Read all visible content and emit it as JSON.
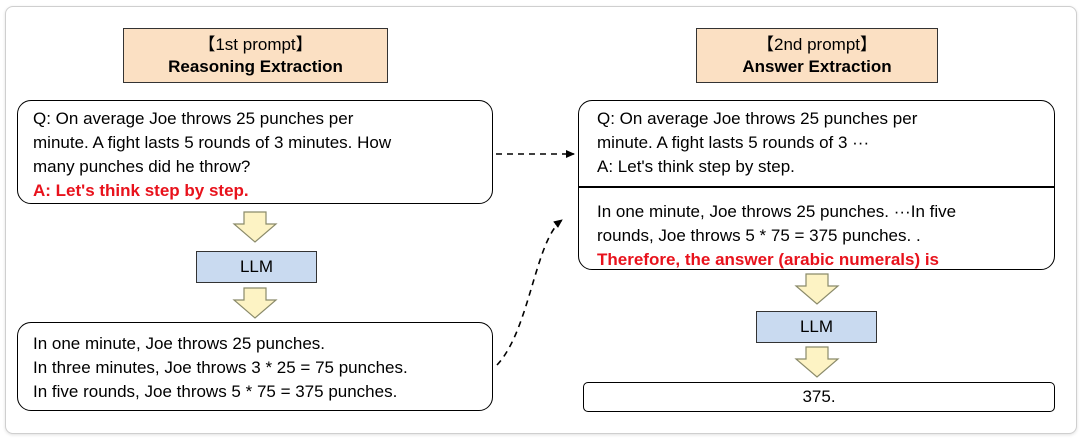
{
  "first_prompt": {
    "tag": "【1st prompt】",
    "title": "Reasoning Extraction",
    "question_lines": [
      "Q: On average Joe throws 25 punches per",
      "minute.  A fight lasts 5 rounds of 3 minutes.  How",
      "many punches did he throw?"
    ],
    "trigger": "A: Let's think step by step.",
    "llm_label": "LLM",
    "output_lines": [
      "In one minute, Joe throws 25 punches.",
      "In three minutes, Joe throws 3 * 25 = 75 punches.",
      "In five rounds, Joe throws 5 * 75 = 375 punches."
    ]
  },
  "second_prompt": {
    "tag": "【2nd prompt】",
    "title": "Answer Extraction",
    "question_lines": [
      "Q: On average Joe throws 25 punches per",
      "minute.  A fight lasts 5 rounds of 3 ···",
      "A: Let's think step by step."
    ],
    "reasoning_lines": [
      "In one minute, Joe throws 25 punches. ···In five",
      "rounds, Joe throws 5 * 75 = 375 punches. ."
    ],
    "trigger": "Therefore, the answer (arabic numerals) is",
    "llm_label": "LLM",
    "answer": "375."
  },
  "colors": {
    "header_fill": "#fbe0c3",
    "llm_fill": "#c9daf0",
    "arrow_fill": "#fdf3c4",
    "trigger_red": "#e8121c"
  }
}
